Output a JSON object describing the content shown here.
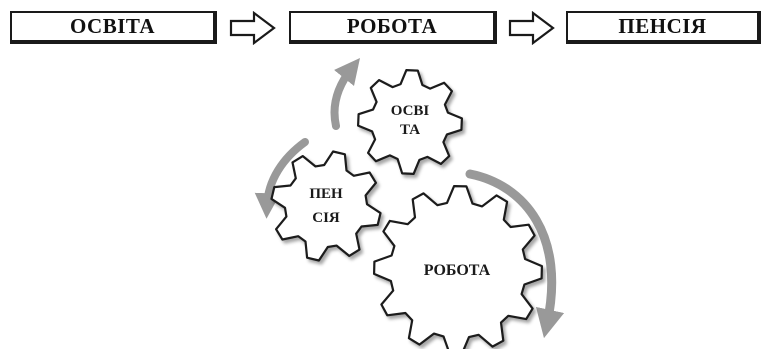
{
  "flow": {
    "steps": [
      "ОСВІТА",
      "РОБОТА",
      "ПЕНСІЯ"
    ]
  },
  "gears": {
    "education": {
      "line1": "ОСВІ",
      "line2": "ТА"
    },
    "pension": {
      "line1": "ПЕН",
      "line2": "СІЯ"
    },
    "work": {
      "label": "РОБОТА"
    }
  },
  "colors": {
    "outline": "#1a1a1a",
    "cycle_arrow": "#999999",
    "gear_fill": "#ffffff"
  }
}
